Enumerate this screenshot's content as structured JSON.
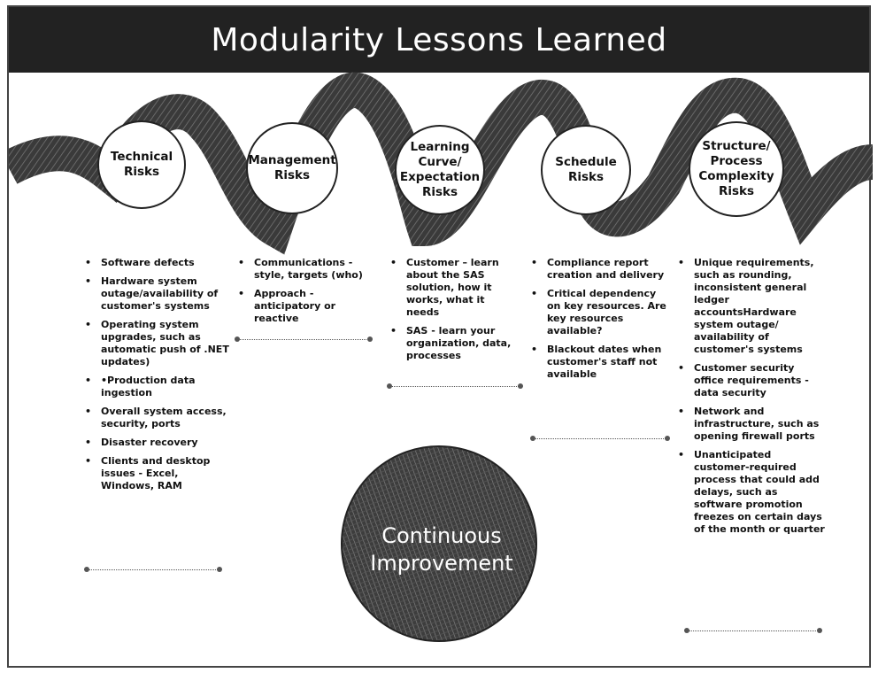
{
  "title": "Modularity Lessons Learned",
  "colors": {
    "banner": "#222222",
    "wave": "#333333",
    "circle_fill": "#ffffff",
    "ci_fill": "#3a3a3a",
    "text": "#111111"
  },
  "risks": [
    {
      "label": "Technical Risks",
      "items": [
        "Software defects",
        "Hardware system outage/availability of customer's systems",
        "Operating system upgrades, such as automatic push of .NET updates)",
        "•Production data ingestion",
        "Overall system access, security, ports",
        "Disaster recovery",
        "Clients and desktop issues - Excel, Windows, RAM"
      ]
    },
    {
      "label": "Management Risks",
      "items": [
        "Communications - style, targets (who)",
        "Approach - anticipatory or reactive"
      ]
    },
    {
      "label": "Learning Curve/ Expectation Risks",
      "items": [
        "Customer – learn about the SAS solution, how it works, what it needs",
        "SAS - learn your organization, data, processes"
      ]
    },
    {
      "label": "Schedule Risks",
      "items": [
        "Compliance report creation and delivery",
        "Critical dependency on key resources. Are key resources available?",
        "Blackout dates when customer's staff not available"
      ]
    },
    {
      "label": "Structure/ Process Complexity Risks",
      "items": [
        "Unique requirements, such as rounding, inconsistent general ledger accountsHardware system outage/ availability of customer's systems",
        "Customer security office requirements - data security",
        "Network and infrastructure, such as opening firewall ports",
        "Unanticipated customer-required process that could add delays, such as software promotion freezes on certain days of the month or quarter"
      ]
    }
  ],
  "center": {
    "label": "Continuous Improvement"
  }
}
